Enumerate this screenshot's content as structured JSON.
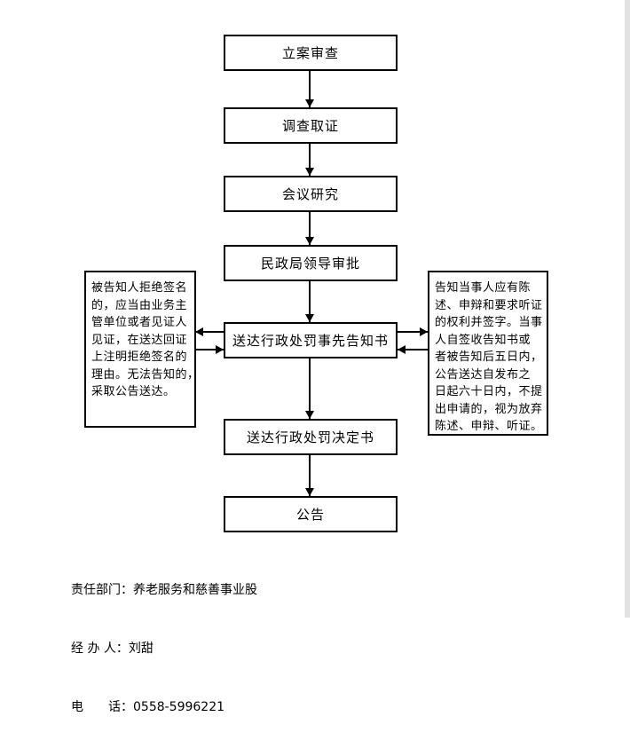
{
  "flow": {
    "steps": [
      {
        "label": "立案审查"
      },
      {
        "label": "调查取证"
      },
      {
        "label": "会议研究"
      },
      {
        "label": "民政局领导审批"
      },
      {
        "label": "送达行政处罚事先告知书"
      },
      {
        "label": "送达行政处罚决定书"
      },
      {
        "label": "公告"
      }
    ]
  },
  "left_note": {
    "text": "被告知人拒绝签名\n的，应当由业务主\n管单位或者见证人\n见证，在送达回证\n上注明拒绝签名的\n理由。无法告知的，\n采取公告送达。"
  },
  "right_note": {
    "text": "告知当事人应有陈\n述、申辩和要求听证\n的权利并签字。当事\n人自签收告知书或\n者被告知后五日内，\n公告送达自发布之\n日起六十日内，不提\n出申请的，视为放弃\n陈述、申辩、听证。"
  },
  "footer": {
    "department_line": "责任部门：养老服务和慈善事业股",
    "handler_line": "经 办 人：刘甜",
    "phone_line": "电　　话：0558-5996221"
  },
  "colors": {
    "line": "#000000",
    "background": "#ffffff",
    "edge_strip": "#e2e2e2"
  }
}
